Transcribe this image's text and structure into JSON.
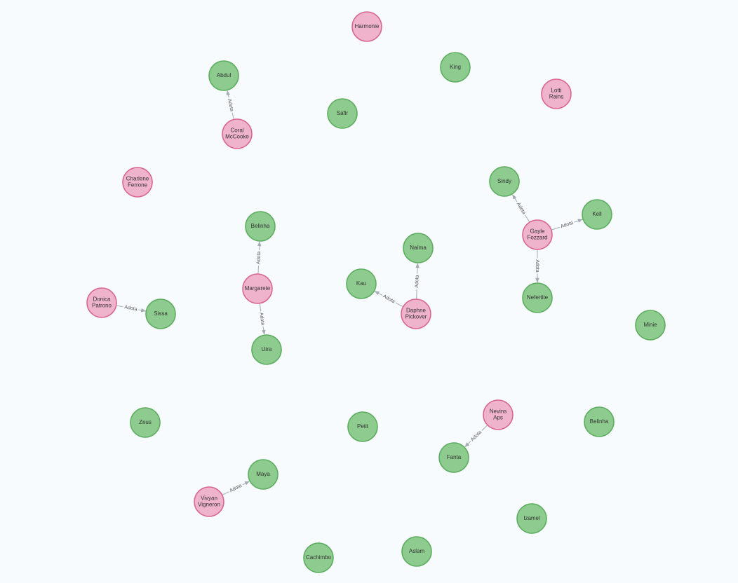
{
  "colors": {
    "person_fill": "#efb3cb",
    "person_stroke": "#d9668f",
    "pet_fill": "#8ecb8f",
    "pet_stroke": "#5cae5e",
    "edge": "#a5abb3",
    "background": "#f7fbfd"
  },
  "graph": {
    "nodes": [
      {
        "id": "harmonie",
        "type": "person",
        "lines": [
          "Harmonie"
        ]
      },
      {
        "id": "king",
        "type": "pet",
        "lines": [
          "King"
        ]
      },
      {
        "id": "abdul",
        "type": "pet",
        "lines": [
          "Abdul"
        ]
      },
      {
        "id": "lotti",
        "type": "person",
        "lines": [
          "Lotti",
          "Rains"
        ]
      },
      {
        "id": "safir",
        "type": "pet",
        "lines": [
          "Safir"
        ]
      },
      {
        "id": "coral",
        "type": "person",
        "lines": [
          "Coral",
          "McCooke"
        ]
      },
      {
        "id": "sindy",
        "type": "pet",
        "lines": [
          "Sindy"
        ]
      },
      {
        "id": "charlene",
        "type": "person",
        "lines": [
          "Charlene",
          "Ferrone"
        ]
      },
      {
        "id": "kell",
        "type": "pet",
        "lines": [
          "Kell"
        ]
      },
      {
        "id": "belinha1",
        "type": "pet",
        "lines": [
          "Belinha"
        ]
      },
      {
        "id": "gayle",
        "type": "person",
        "lines": [
          "Gayle",
          "Fozzard"
        ]
      },
      {
        "id": "naima",
        "type": "pet",
        "lines": [
          "Naíma"
        ]
      },
      {
        "id": "kau",
        "type": "pet",
        "lines": [
          "Kau"
        ]
      },
      {
        "id": "margarete",
        "type": "person",
        "lines": [
          "Margarete"
        ]
      },
      {
        "id": "nefertite",
        "type": "pet",
        "lines": [
          "Nefertite"
        ]
      },
      {
        "id": "donica",
        "type": "person",
        "lines": [
          "Donica",
          "Patrono"
        ]
      },
      {
        "id": "sissa",
        "type": "pet",
        "lines": [
          "Sissa"
        ]
      },
      {
        "id": "daphne",
        "type": "person",
        "lines": [
          "Daphne",
          "Pickover"
        ]
      },
      {
        "id": "minie",
        "type": "pet",
        "lines": [
          "Minie"
        ]
      },
      {
        "id": "uira",
        "type": "pet",
        "lines": [
          "Uira"
        ]
      },
      {
        "id": "nevins",
        "type": "person",
        "lines": [
          "Nevins",
          "Aps"
        ]
      },
      {
        "id": "zeus",
        "type": "pet",
        "lines": [
          "Zeus"
        ]
      },
      {
        "id": "petit",
        "type": "pet",
        "lines": [
          "Petit"
        ]
      },
      {
        "id": "belinha2",
        "type": "pet",
        "lines": [
          "Belinha"
        ]
      },
      {
        "id": "fanta",
        "type": "pet",
        "lines": [
          "Fanta"
        ]
      },
      {
        "id": "maya",
        "type": "pet",
        "lines": [
          "Maya"
        ]
      },
      {
        "id": "vivyan",
        "type": "person",
        "lines": [
          "Vivyan",
          "Vigneron"
        ]
      },
      {
        "id": "izamel",
        "type": "pet",
        "lines": [
          "Izamel"
        ]
      },
      {
        "id": "aslam",
        "type": "pet",
        "lines": [
          "Aslam"
        ]
      },
      {
        "id": "cachimbo",
        "type": "pet",
        "lines": [
          "Cachimbo"
        ]
      }
    ],
    "edges": [
      {
        "from": "coral",
        "to": "abdul",
        "label": "Adota"
      },
      {
        "from": "margarete",
        "to": "belinha1",
        "label": "Adota"
      },
      {
        "from": "margarete",
        "to": "uira",
        "label": "Adota"
      },
      {
        "from": "donica",
        "to": "sissa",
        "label": "Adota"
      },
      {
        "from": "daphne",
        "to": "naima",
        "label": "Adota"
      },
      {
        "from": "daphne",
        "to": "kau",
        "label": "Adota"
      },
      {
        "from": "gayle",
        "to": "sindy",
        "label": "Adota"
      },
      {
        "from": "gayle",
        "to": "kell",
        "label": "Adota"
      },
      {
        "from": "gayle",
        "to": "nefertite",
        "label": "Adota"
      },
      {
        "from": "nevins",
        "to": "fanta",
        "label": "Adota"
      },
      {
        "from": "vivyan",
        "to": "maya",
        "label": "Adota"
      }
    ]
  }
}
